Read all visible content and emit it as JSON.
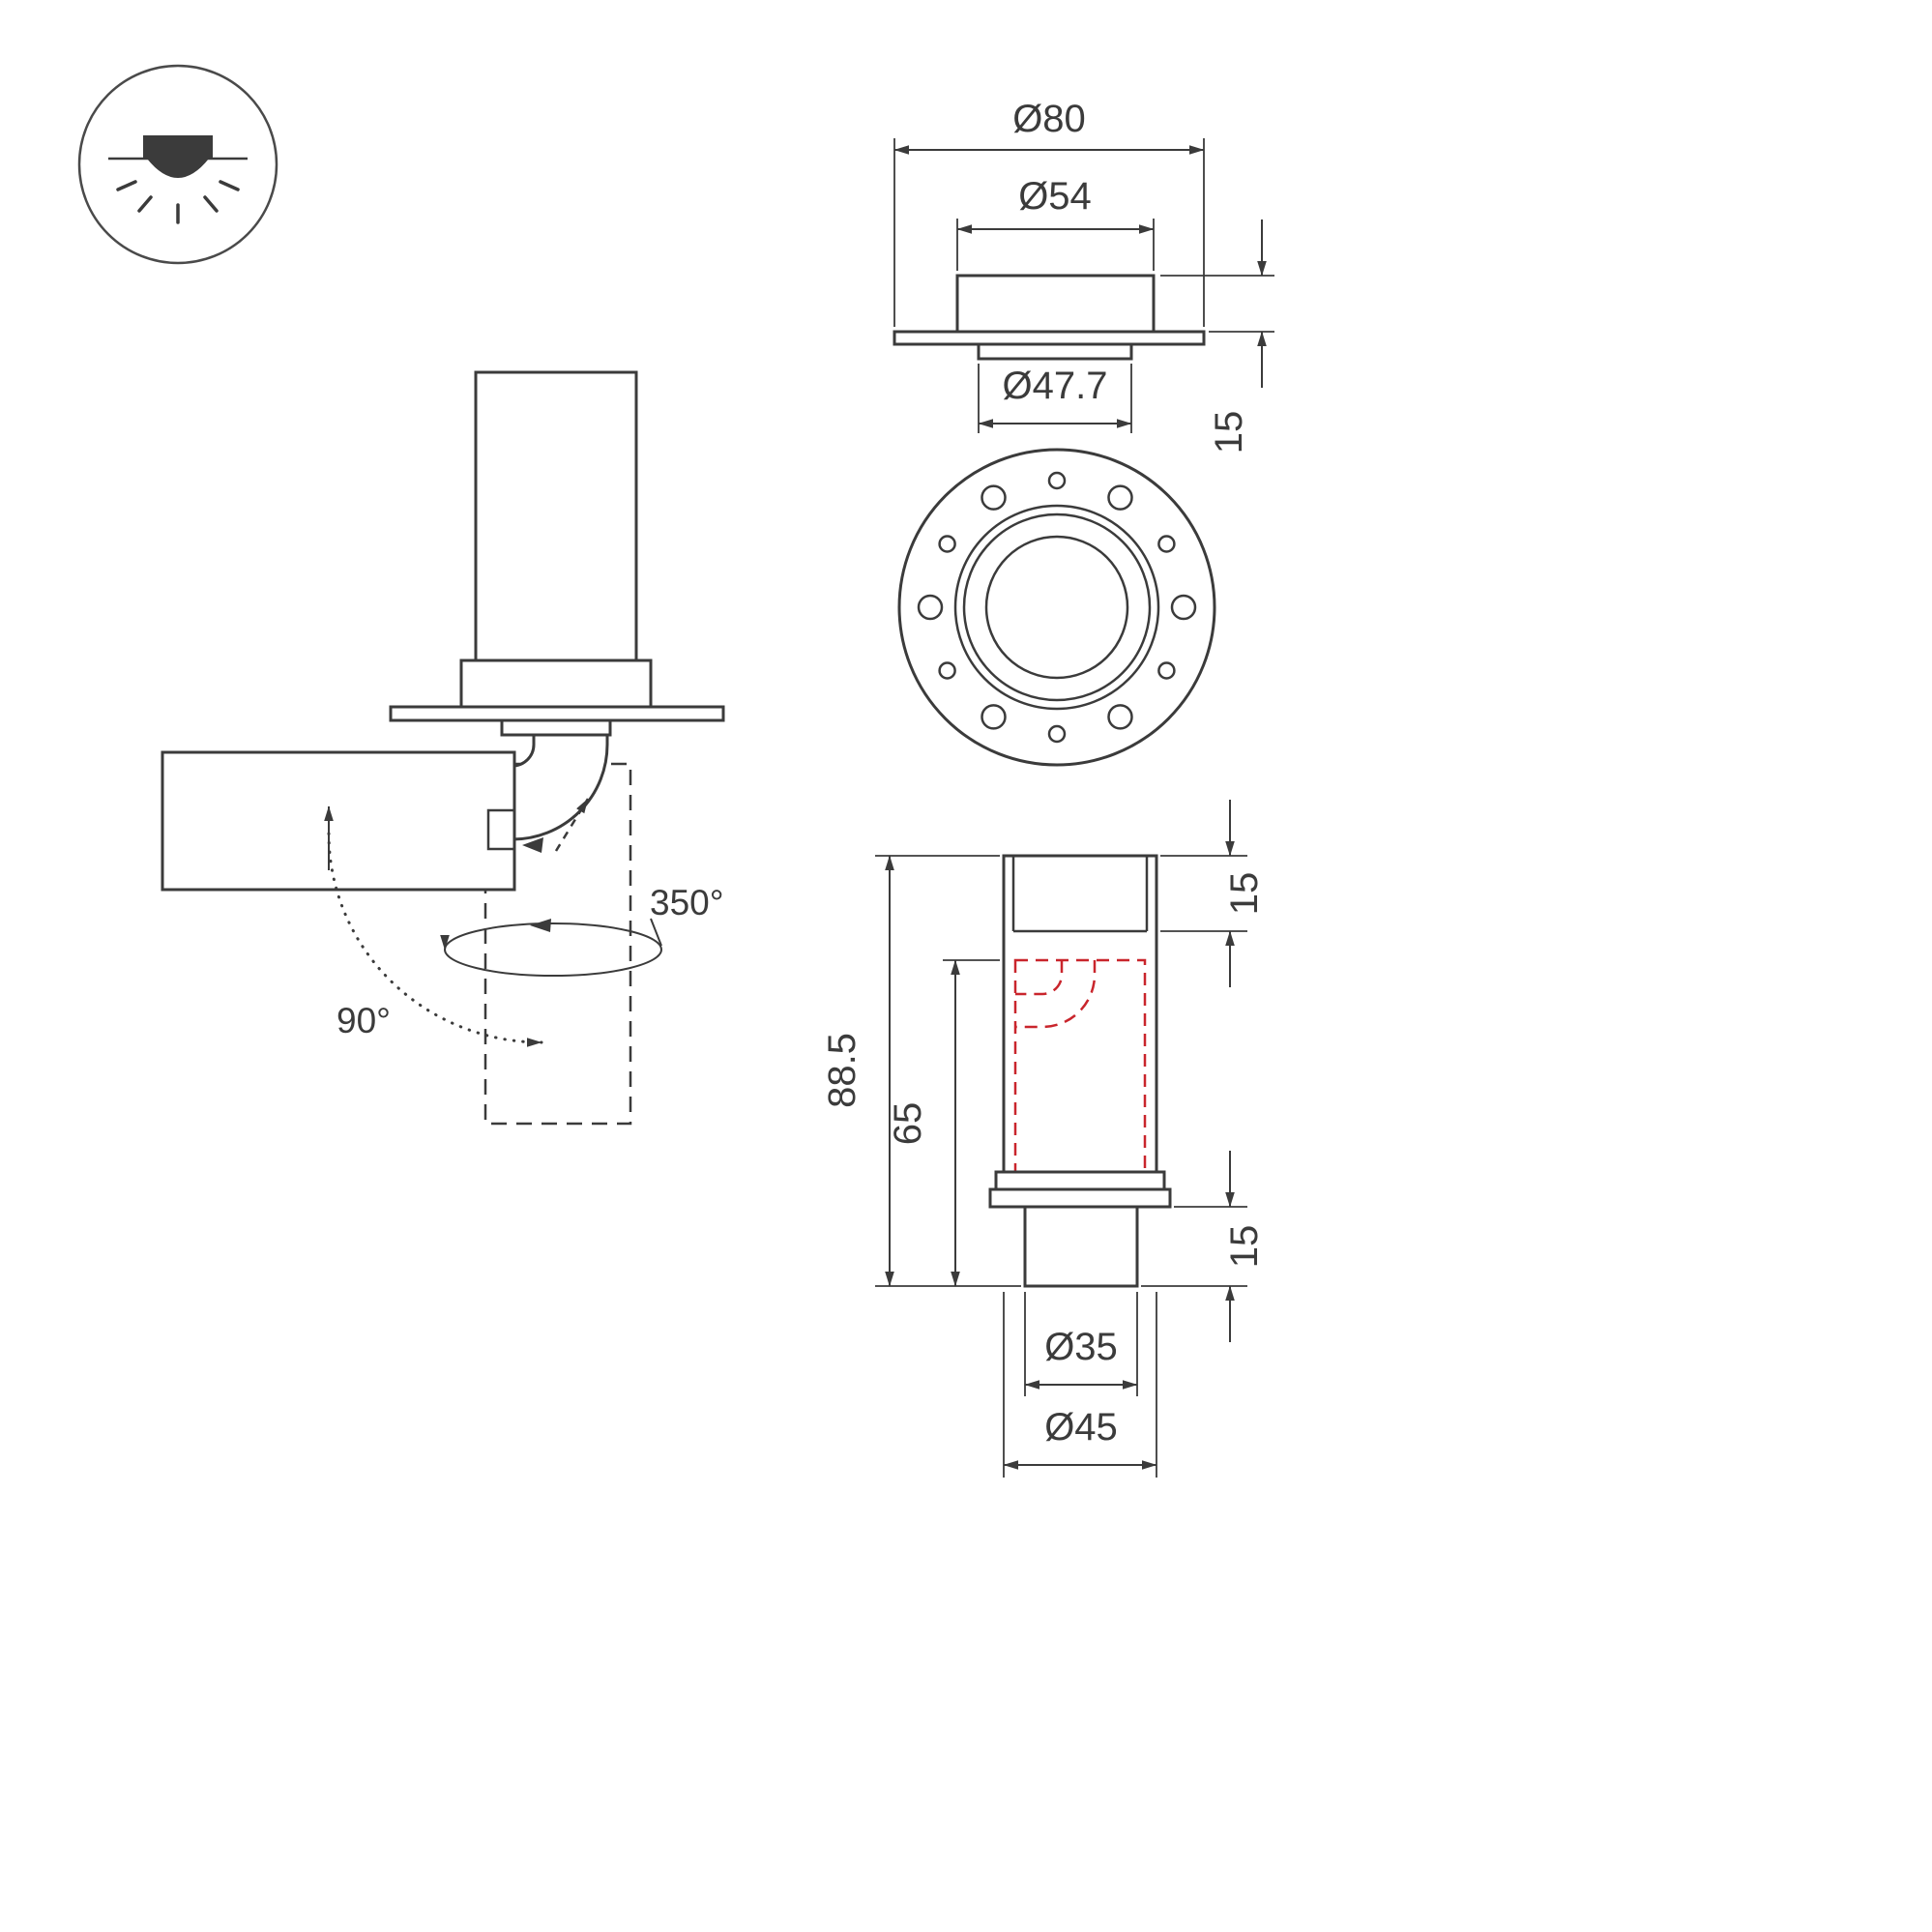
{
  "drawing": {
    "line_color": "#3b3b3b",
    "accent_color": "#c9252c",
    "icon": {
      "name": "recessed-ceiling-downlight"
    },
    "rotation_view": {
      "swivel_angle": "350°",
      "tilt_angle": "90°"
    },
    "top_view": {
      "dia_flange": "Ø80",
      "dia_body": "Ø54",
      "dia_cutout": "Ø47.7",
      "flange_height": "15"
    },
    "front_view": {
      "mounting_holes": 12
    },
    "side_view": {
      "total_length": "88.5",
      "inner_length": "65",
      "cap_length": "15",
      "tip_length": "15",
      "dia_tip": "Ø35",
      "dia_body": "Ø45"
    }
  }
}
